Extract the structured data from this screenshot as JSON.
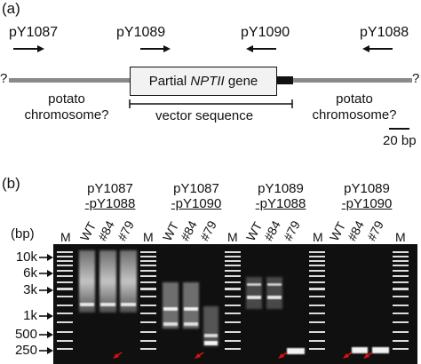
{
  "panel_a": {
    "label": "(a)",
    "primers": {
      "p1": "pY1087",
      "p2": "pY1089",
      "p3": "pY1090",
      "p4": "pY1088"
    },
    "left_q": "?",
    "right_q": "?",
    "gene_box": {
      "text_pre": "Partial ",
      "text_italic": "NPTII",
      "text_post": " gene"
    },
    "left_chrom": {
      "line1": "potato",
      "line2": "chromosome?"
    },
    "right_chrom": {
      "line1": "potato",
      "line2": "chromosome?"
    },
    "vector_label": "vector sequence",
    "scale_label": "20 bp"
  },
  "panel_b": {
    "label": "(b)",
    "bp_label": "(bp)",
    "pairs": [
      {
        "line1": "pY1087",
        "line2": "-pY1088"
      },
      {
        "line1": "pY1087",
        "line2": "-pY1090"
      },
      {
        "line1": "pY1089",
        "line2": "-pY1088"
      },
      {
        "line1": "pY1089",
        "line2": "-pY1090"
      }
    ],
    "marker": "M",
    "lanes": [
      "WT",
      "#84",
      "#79"
    ],
    "sizes": [
      "10k",
      "6k",
      "3k",
      "1k",
      "500",
      "250"
    ]
  }
}
